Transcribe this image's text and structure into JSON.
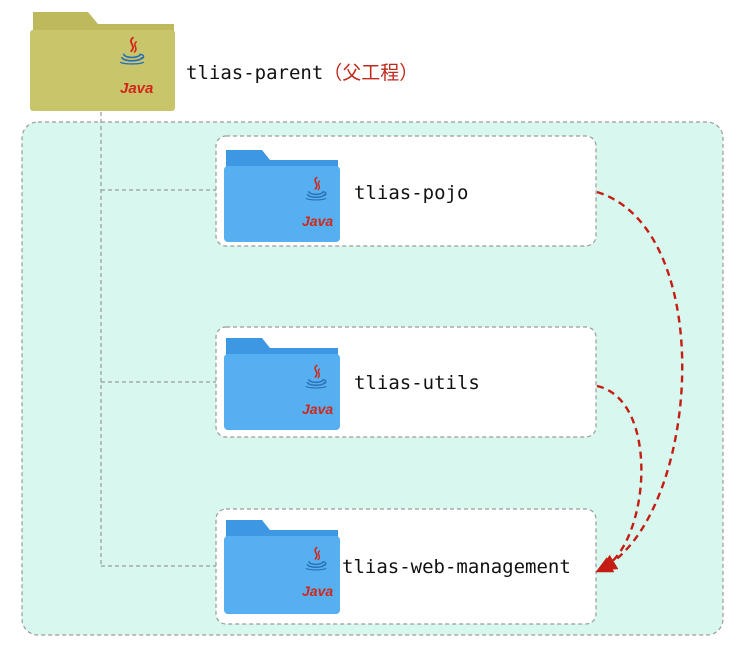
{
  "parent": {
    "name": "tlias-parent",
    "note": "（父工程）",
    "folder_color": "#c8c56a",
    "logo_text": "Java"
  },
  "modules": [
    {
      "name": "tlias-pojo",
      "logo_text": "Java"
    },
    {
      "name": "tlias-utils",
      "logo_text": "Java"
    },
    {
      "name": "tlias-web-management",
      "logo_text": "Java"
    }
  ],
  "colors": {
    "container_fill": "#d8f8ef",
    "dash_line": "#9a9a9a",
    "arrow": "#c41d14",
    "module_folder": "#4fa8ec",
    "java_red": "#d2261a",
    "java_blue": "#2a6fb6"
  },
  "dependencies": [
    {
      "from": "tlias-pojo",
      "to": "tlias-web-management"
    },
    {
      "from": "tlias-utils",
      "to": "tlias-web-management"
    }
  ]
}
